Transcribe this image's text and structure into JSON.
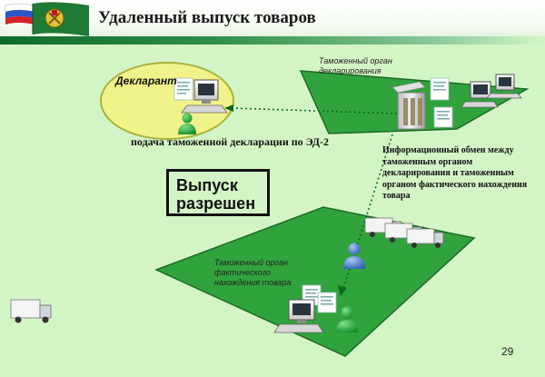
{
  "header": {
    "title": "Удаленный выпуск товаров"
  },
  "diagram": {
    "declarant_label": "Декларант",
    "declaration_office_label": "Таможенный орган декларирования",
    "declaration_text": "подача таможенной декларации по ЭД-2",
    "info_exchange_text": "Информационный обмен между таможенным органом декларирования и таможенным органом фактического нахождения товара",
    "release_box": {
      "line1": "Выпуск",
      "line2": "разрешен"
    },
    "physical_office_label": "Таможенный орган фактического нахождения товара"
  },
  "footer": {
    "page_number": "29"
  },
  "colors": {
    "background": "#d3f5c6",
    "platform_green": "#31a33d",
    "ellipse_fill": "#f2f28a",
    "person_green": "#22a33a",
    "person_blue": "#4a7fd1",
    "connector": "#0b6a1f"
  }
}
